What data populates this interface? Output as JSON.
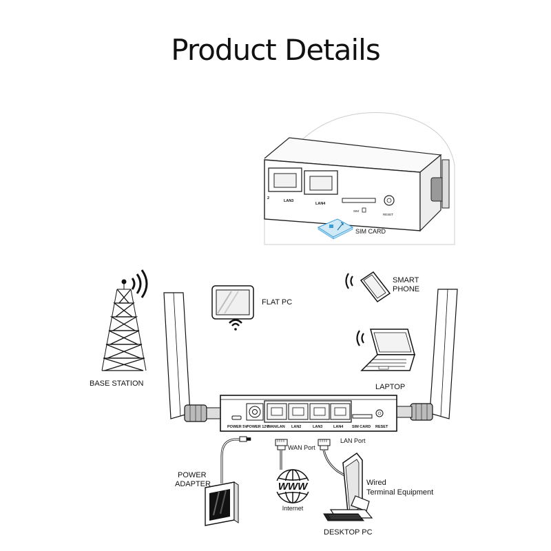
{
  "title": "Product Details",
  "inset": {
    "port_labels": [
      "2",
      "LAN3",
      "LAN4"
    ],
    "sim_label": "SIM",
    "reset_label": "RESET",
    "sim_card_label": "SIM CARD"
  },
  "router": {
    "port_labels": [
      "POWER 5V",
      "POWER 12V",
      "WAN/LAN",
      "LAN2",
      "LAN3",
      "LAN4",
      "SIM CARD",
      "RESET"
    ]
  },
  "devices": {
    "base_station": "BASE STATION",
    "flat_pc": "FLAT PC",
    "smart_phone_line1": "SMART",
    "smart_phone_line2": "PHONE",
    "laptop": "LAPTOP",
    "power_adapter_line1": "POWER",
    "power_adapter_line2": "ADAPTER",
    "wan_port": "WAN Port",
    "lan_port": "LAN Port",
    "www": "WWW",
    "internet": "Internet",
    "wired_line1": "Wired",
    "wired_line2": "Terminal Equipment",
    "desktop_pc": "DESKTOP PC"
  },
  "colors": {
    "sim_card_fill": "#cfe9f7",
    "sim_card_stroke": "#3a9fd6"
  }
}
